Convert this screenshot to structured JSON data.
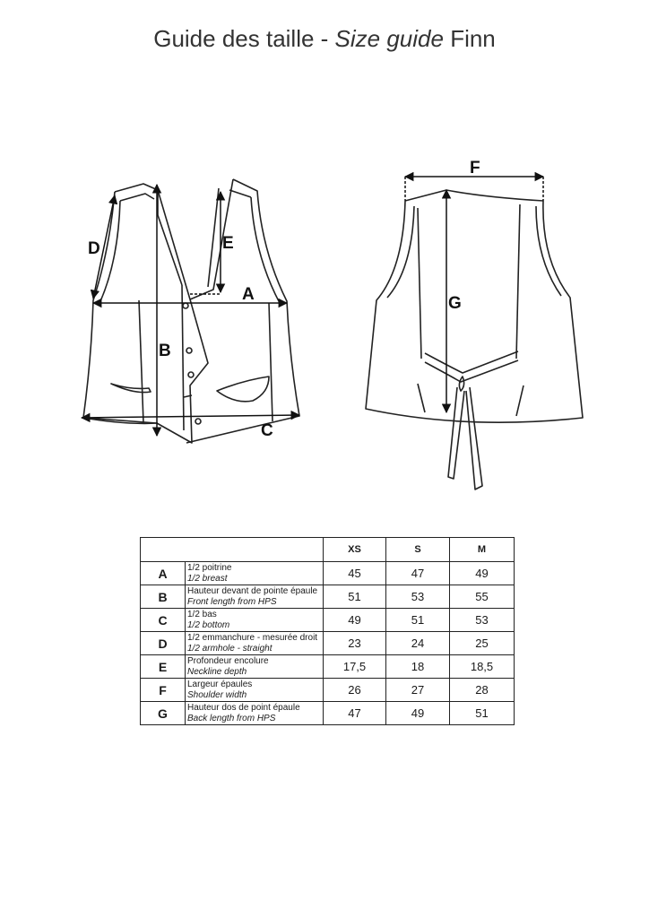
{
  "header": {
    "title_fr": "Guide des taille - ",
    "title_en": "Size guide",
    "title_model": " Finn"
  },
  "diagram_labels": {
    "A": "A",
    "B": "B",
    "C": "C",
    "D": "D",
    "E": "E",
    "F": "F",
    "G": "G"
  },
  "table": {
    "columns": [
      "XS",
      "S",
      "M"
    ],
    "rows": [
      {
        "code": "A",
        "fr": "1/2 poitrine",
        "en": "1/2 breast",
        "values": [
          "45",
          "47",
          "49"
        ]
      },
      {
        "code": "B",
        "fr": "Hauteur devant de pointe épaule",
        "en": "Front length from HPS",
        "values": [
          "51",
          "53",
          "55"
        ]
      },
      {
        "code": "C",
        "fr": "1/2 bas",
        "en": "1/2 bottom",
        "values": [
          "49",
          "51",
          "53"
        ]
      },
      {
        "code": "D",
        "fr": "1/2 emmanchure - mesurée droit",
        "en": "1/2 armhole - straight",
        "values": [
          "23",
          "24",
          "25"
        ]
      },
      {
        "code": "E",
        "fr": "Profondeur encolure",
        "en": "Neckline depth",
        "values": [
          "17,5",
          "18",
          "18,5"
        ]
      },
      {
        "code": "F",
        "fr": "Largeur épaules",
        "en": "Shoulder width",
        "values": [
          "26",
          "27",
          "28"
        ]
      },
      {
        "code": "G",
        "fr": "Hauteur dos de point épaule",
        "en": "Back length from HPS",
        "values": [
          "47",
          "49",
          "51"
        ]
      }
    ]
  }
}
